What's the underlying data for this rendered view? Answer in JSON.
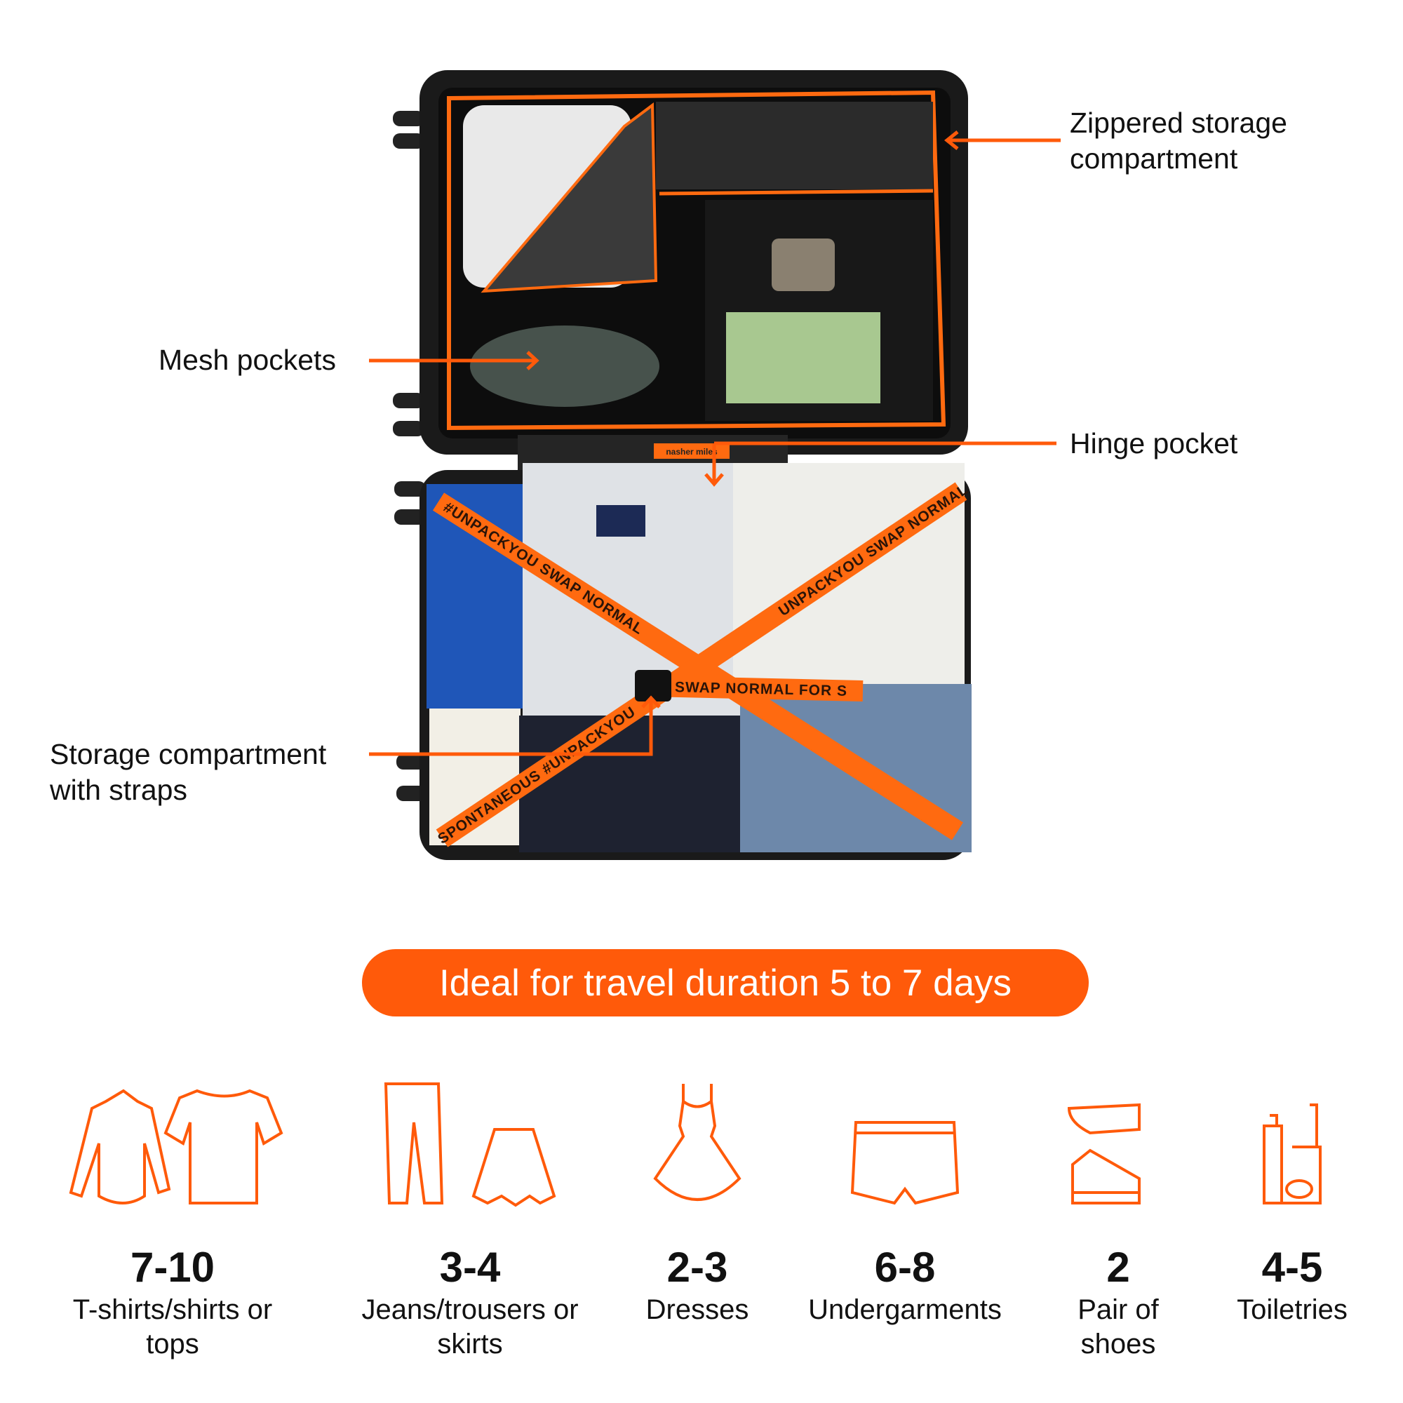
{
  "callouts": {
    "zippered_line1": "Zippered storage",
    "zippered_line2": "compartment",
    "mesh": "Mesh pockets",
    "hinge": "Hinge pocket",
    "straps_line1": "Storage compartment",
    "straps_line2": "with straps"
  },
  "suitcase": {
    "brand_tag": "nasher miles",
    "strap_text_1": "#UNPACKYOU SWAP NORMAL",
    "strap_text_2": "SWAP NORMAL FOR S",
    "strap_text_3": "SPONTANEOUS #UNPACKYOU",
    "strap_text_4": "UNPACKYOU SWAP NORMAL"
  },
  "banner": {
    "text": "Ideal for travel duration 5 to 7 days"
  },
  "accent_color": "#ff5a0a",
  "capacity": [
    {
      "icon": "shirt-tshirt-icon",
      "count": "7-10",
      "label_line1": "T-shirts/shirts or",
      "label_line2": "tops"
    },
    {
      "icon": "trousers-skirt-icon",
      "count": "3-4",
      "label_line1": "Jeans/trousers or",
      "label_line2": "skirts"
    },
    {
      "icon": "dress-icon",
      "count": "2-3",
      "label_line1": "Dresses",
      "label_line2": ""
    },
    {
      "icon": "shorts-icon",
      "count": "6-8",
      "label_line1": "Undergarments",
      "label_line2": ""
    },
    {
      "icon": "sneakers-icon",
      "count": "2",
      "label_line1": "Pair of",
      "label_line2": "shoes"
    },
    {
      "icon": "toiletries-icon",
      "count": "4-5",
      "label_line1": "Toiletries",
      "label_line2": ""
    }
  ]
}
